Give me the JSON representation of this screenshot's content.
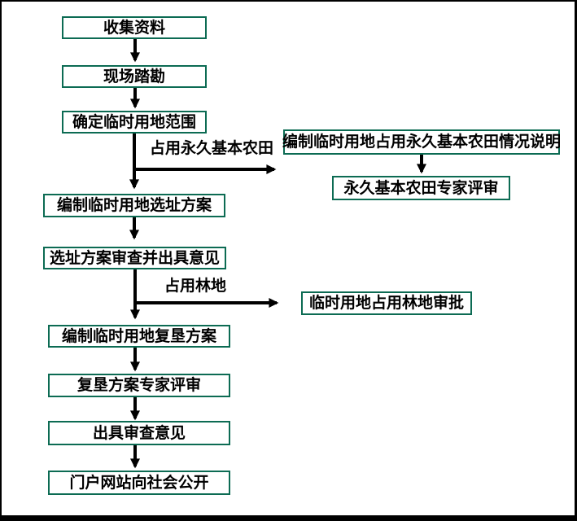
{
  "flowchart": {
    "main_flow": [
      "收集资料",
      "现场踏勘",
      "确定临时用地范围",
      "编制临时用地选址方案",
      "选址方案审查并出具意见",
      "编制临时用地复垦方案",
      "复垦方案专家评审",
      "出具审查意见",
      "门户网站向社会公开"
    ],
    "farmland_branch": {
      "condition_label": "占用永久基本农田",
      "nodes": [
        "编制临时用地占用永久基本农田情况说明",
        "永久基本农田专家评审"
      ]
    },
    "forest_branch": {
      "condition_label": "占用林地",
      "nodes": [
        "临时用地占用林地审批"
      ]
    },
    "colors": {
      "node_border": "#0c6b53",
      "arrow": "#000000",
      "text": "#000000",
      "background": "#ffffff",
      "frame": "#000000"
    }
  }
}
